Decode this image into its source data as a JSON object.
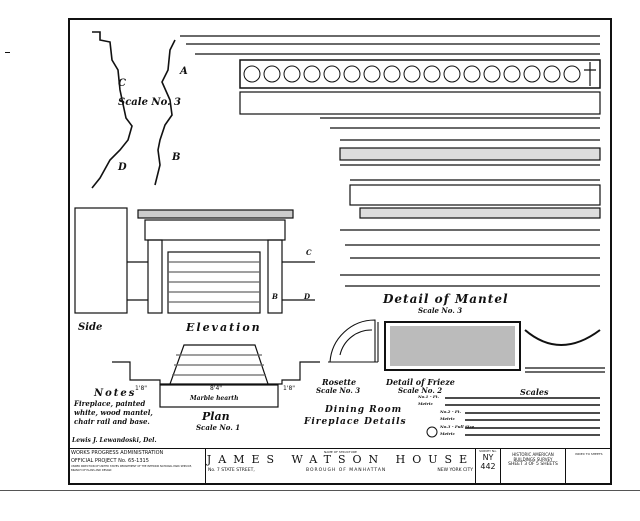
{
  "profiles": {
    "labels": [
      "C",
      "A",
      "D",
      "B"
    ],
    "scale": "Scale No. 3"
  },
  "elevation": {
    "side_label": "Side",
    "elevation_label": "Elevation",
    "marks": [
      "B",
      "C",
      "D"
    ]
  },
  "plan": {
    "hearth_label": "Marble hearth",
    "title": "Plan",
    "scale": "Scale No. 1",
    "dims": [
      "1'8\"",
      "8'4\"",
      "1'8\""
    ]
  },
  "notes": {
    "title": "Notes",
    "text": "Fireplace, painted white, wood mantel, chair rail and base."
  },
  "mantel_detail": {
    "title": "Detail of Mantel",
    "scale": "Scale No. 3"
  },
  "rosette": {
    "title": "Rosette",
    "scale": "Scale No. 3"
  },
  "frieze": {
    "title": "Detail of Frieze",
    "scale": "Scale No. 2"
  },
  "drawing_title": {
    "line1": "Dining Room",
    "line2": "Fireplace Details"
  },
  "scales": {
    "title": "Scales",
    "rows": [
      "No.1 - Ft.",
      "Metric",
      "No.2 - Ft.",
      "Metric",
      "No.3 - Full Size",
      "Metric"
    ]
  },
  "delineator": "Lewis J. Lewandoski, Del.",
  "title_block": {
    "wpa_line1": "WORKS PROGRESS ADMINISTRATION",
    "wpa_line2": "OFFICIAL PROJECT No. 65-1315",
    "wpa_line3": "UNDER DIRECTION OF UNITED STATES DEPARTMENT OF THE INTERIOR NATIONAL PARK SERVICE, BRANCH OF PLANS AND DESIGN",
    "name_caption": "NAME OF STRUCTURE",
    "structure_name": "JAMES WATSON HOUSE",
    "address": "No. 7 STATE STREET,",
    "borough": "BOROUGH OF MANHATTAN",
    "city": "NEW YORK CITY",
    "survey_caption": "SURVEY No.",
    "survey_state": "NY",
    "survey_number": "442",
    "habs_line1": "HISTORIC AMERICAN",
    "habs_line2": "BUILDINGS SURVEY",
    "sheet_text": "SHEET 3 OF 5 SHEETS",
    "index_caption": "INDEX TO SHEETS"
  }
}
